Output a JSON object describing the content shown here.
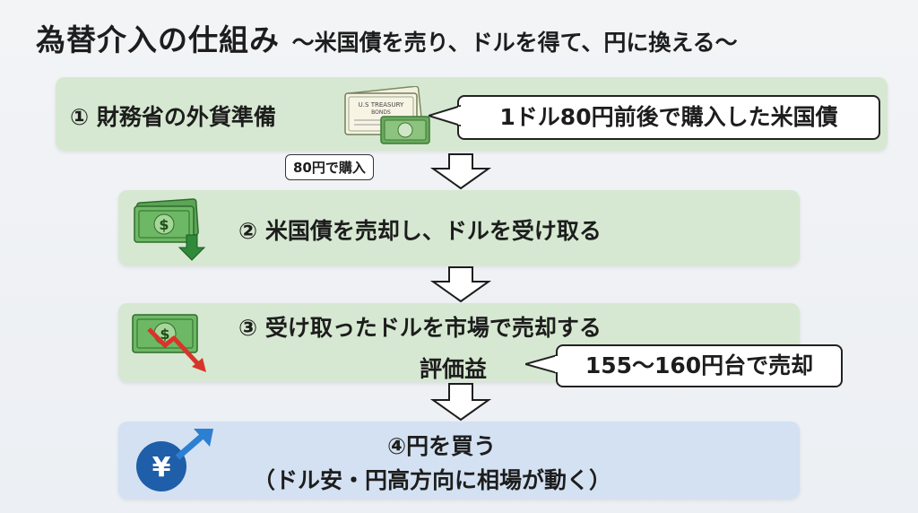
{
  "title": {
    "main": "為替介入の仕組み",
    "sub": "〜米国債を売り、ドルを得て、円に換える〜"
  },
  "steps": [
    {
      "label": "① 財務省の外貨準備"
    },
    {
      "label": "② 米国債を売却し、ドルを受け取る"
    },
    {
      "label": "③ 受け取ったドルを市場で売却する",
      "sublabel": "評価益"
    },
    {
      "label": "④円を買う",
      "sublabel": "（ドル安・円高方向に相場が動く）"
    }
  ],
  "callouts": {
    "purchase_price": "1ドル80円前後で購入した米国債",
    "bought_at": "80円で購入",
    "sold_at": "155〜160円台で売却"
  },
  "icons": {
    "bonds_text_top": "U.S TREASURY",
    "bonds_text_bottom": "BONDS",
    "dollar_sign": "$",
    "yen_sign": "¥"
  },
  "colors": {
    "green_box": "#d6e8d1",
    "blue_box": "#d3e1f2",
    "money_green": "#3f9a4a",
    "arrow_red": "#d8352a",
    "yen_blue": "#1f5ea8"
  }
}
